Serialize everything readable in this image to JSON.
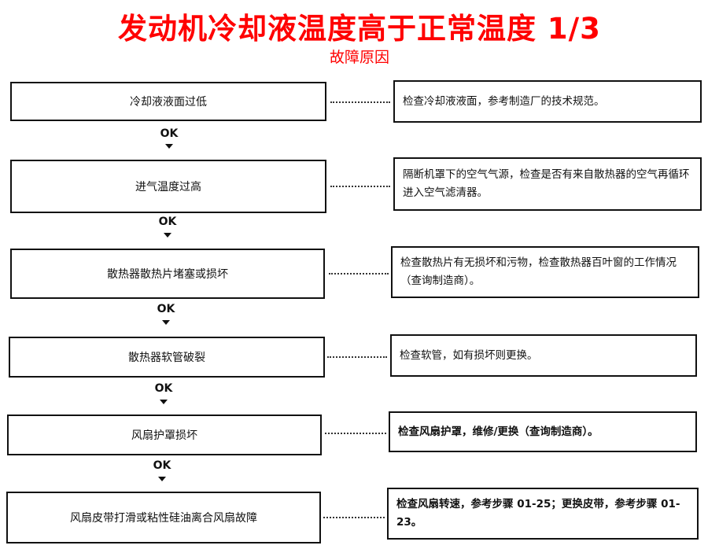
{
  "title": "发动机冷却液温度高于正常温度  1/3",
  "subtitle": "故障原因",
  "flow_connector_label": "OK",
  "steps": [
    {
      "cause": "冷却液液面过低",
      "action": "检查冷却液液面，参考制造厂的技术规范。"
    },
    {
      "cause": "进气温度过高",
      "action": "隔断机罩下的空气气源，检查是否有来自散热器的空气再循环进入空气滤清器。"
    },
    {
      "cause": "散热器散热片堵塞或损坏",
      "action": "检查散热片有无损坏和污物，检查散热器百叶窗的工作情况（查询制造商）。"
    },
    {
      "cause": "散热器软管破裂",
      "action": "检查软管，如有损坏则更换。"
    },
    {
      "cause": "风扇护罩损坏",
      "action": "检查风扇护罩，维修/更换（查询制造商）。"
    },
    {
      "cause": "风扇皮带打滑或粘性硅油离合风扇故障",
      "action": "检查风扇转速，参考步骤 01-25；更换皮带，参考步骤 01-23。"
    }
  ]
}
